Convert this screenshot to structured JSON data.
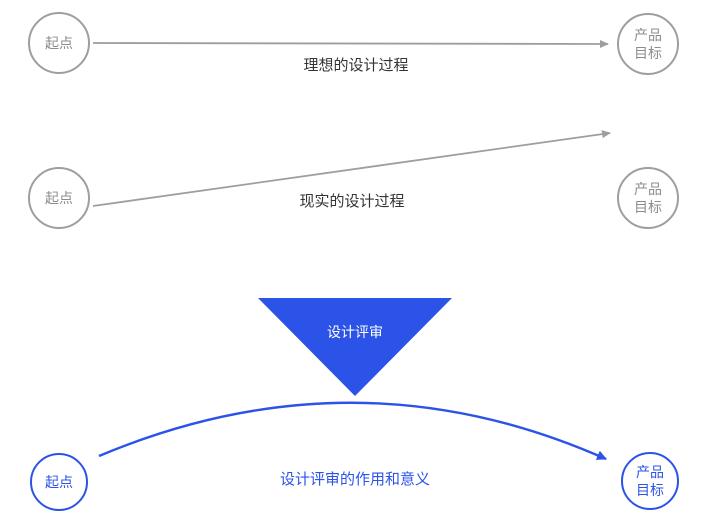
{
  "colors": {
    "gray_stroke": "#9e9e9e",
    "gray_text": "#8c8c8c",
    "dark_text": "#333333",
    "blue": "#2b53e7",
    "white": "#ffffff"
  },
  "ideal": {
    "start": "起点",
    "goal": "产品目标",
    "label": "理想的设计过程"
  },
  "real": {
    "start": "起点",
    "goal": "产品目标",
    "label": "现实的设计过程"
  },
  "review": {
    "triangle_label": "设计评审",
    "start": "起点",
    "goal": "产品目标",
    "label": "设计评审的作用和意义"
  }
}
